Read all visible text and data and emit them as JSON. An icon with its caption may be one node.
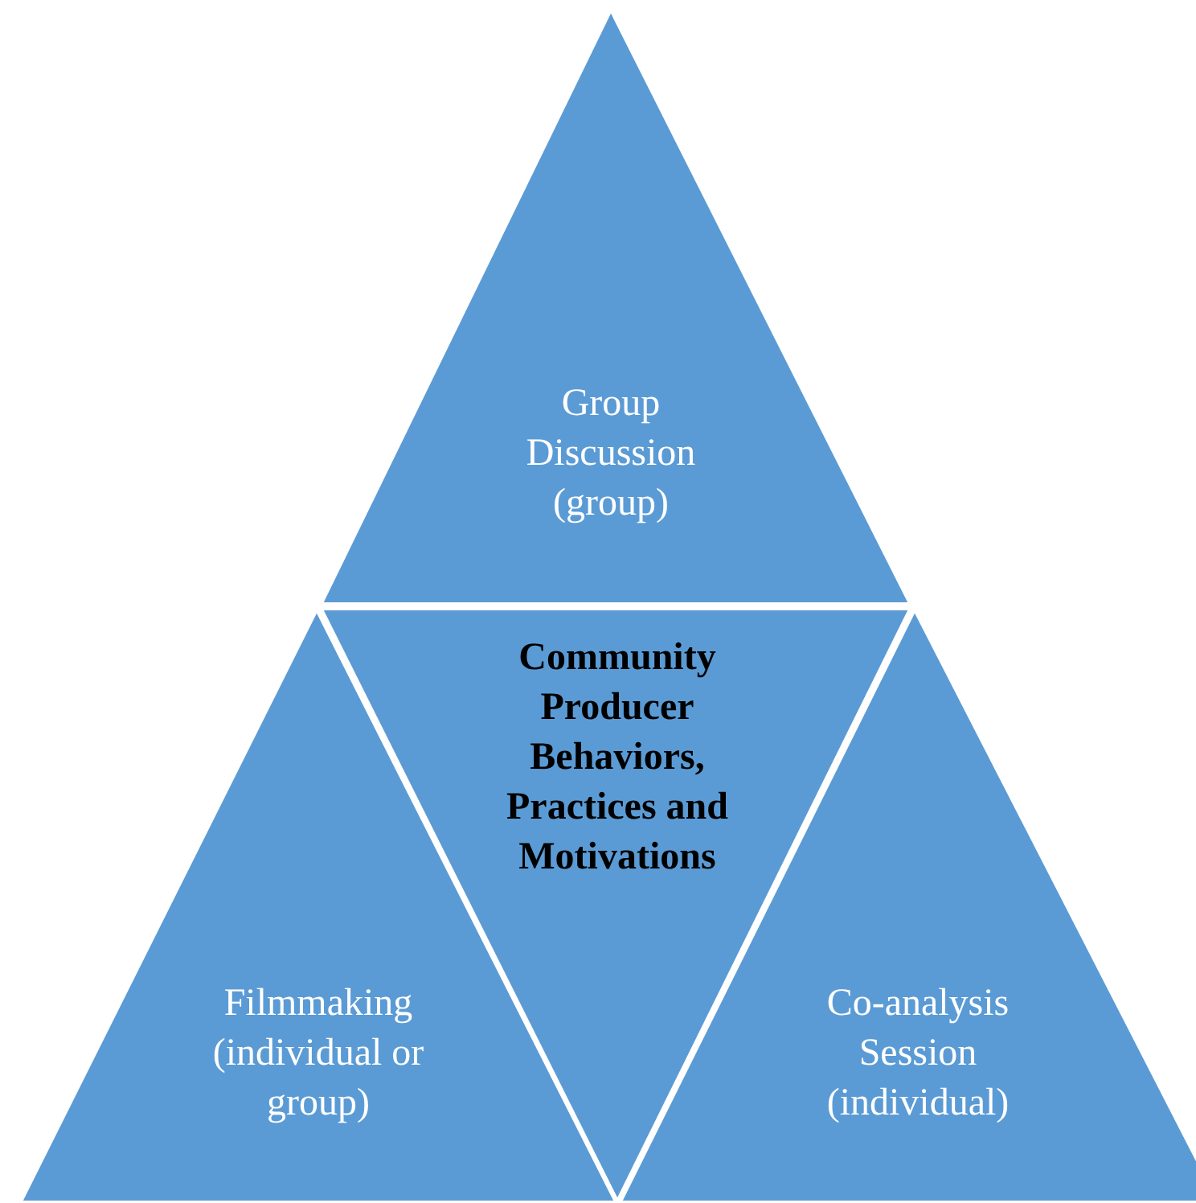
{
  "diagram": {
    "nodes": [
      {
        "text": [
          "Group Discussion (group)"
        ]
      },
      {
        "text": [
          "Community Producer Behaviors, Practices and Motivations"
        ]
      },
      {
        "text": [
          "Filmmaking (individual or group)"
        ]
      },
      {
        "text": [
          "Co-analysis Session (individual)"
        ]
      }
    ]
  }
}
